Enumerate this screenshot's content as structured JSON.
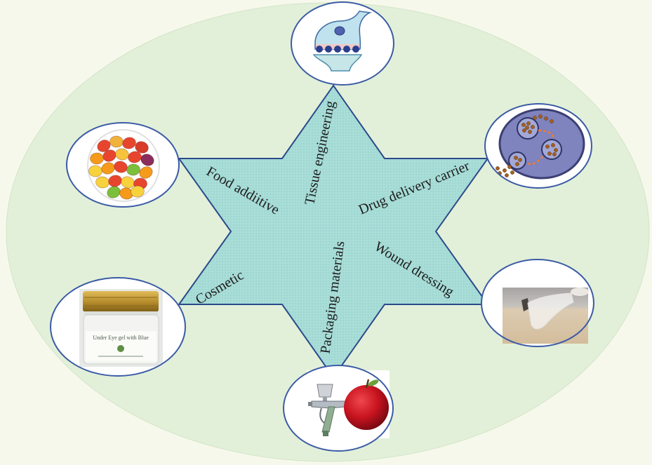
{
  "diagram": {
    "applications": [
      {
        "label": "Tissue engineering",
        "icon": "synapse-icon"
      },
      {
        "label": "Drug delivery carrier",
        "icon": "drug-carrier-cell-icon"
      },
      {
        "label": "Wound dressing",
        "icon": "wound-dressing-film-icon"
      },
      {
        "label": "Packaging materials",
        "icon": "spray-coated-apple-icon"
      },
      {
        "label": "Cosmetic",
        "icon": "cosmetic-jar-icon"
      },
      {
        "label": "Food addiitive",
        "icon": "gummy-candy-bowl-icon"
      }
    ],
    "jar_label_text": "Under Eye gel with Blue",
    "colors": {
      "page_background": "#f7f8ec",
      "outer_ellipse": "#e2f0d9",
      "star_fill": "#a9ddd8",
      "star_stroke": "#2c4a8a",
      "circle_stroke": "#3b5ba5",
      "label_text": "#1b1b1b",
      "apple": "#c8141f",
      "vesicle_arrow": "#ef7b2e"
    }
  }
}
